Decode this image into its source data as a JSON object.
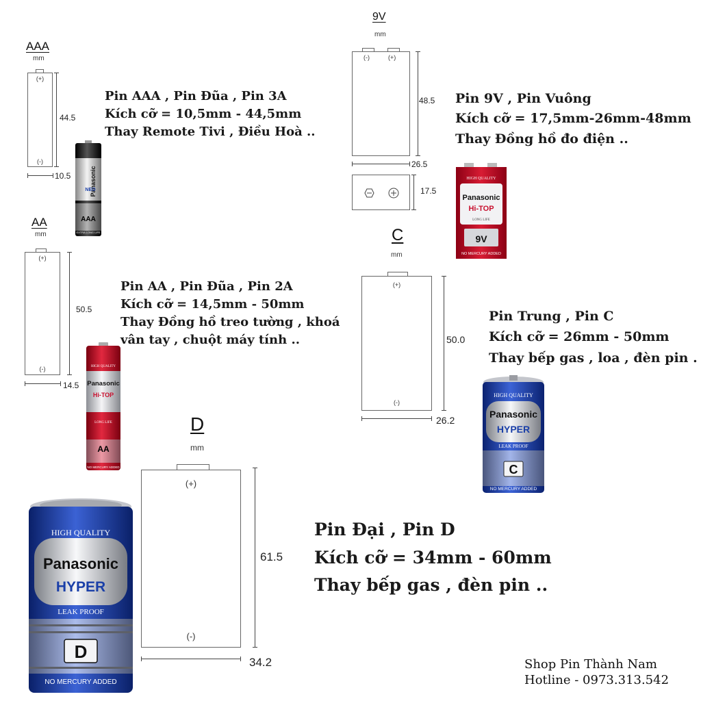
{
  "unit": "mm",
  "colors": {
    "red": "#c8102e",
    "blue": "#1a3fa8",
    "black": "#111111",
    "silver": "#c9ccd2"
  },
  "aaa": {
    "title": "AAA",
    "height": "44.5",
    "width": "10.5",
    "plus": "(+)",
    "minus": "(-)",
    "battery": {
      "brand": "Panasonic",
      "model": "NEO",
      "size": "AAA",
      "small": "EXTRA LONG LIFE"
    },
    "desc": [
      "Pin AAA , Pin Đũa , Pin 3A",
      "Kích cỡ = 10,5mm - 44,5mm",
      "Thay Remote Tivi , Điều Hoà .."
    ]
  },
  "aa": {
    "title": "AA",
    "height": "50.5",
    "width": "14.5",
    "plus": "(+)",
    "minus": "(-)",
    "battery": {
      "brand": "Panasonic",
      "model": "Hi-TOP",
      "size": "AA",
      "top": "HIGH QUALITY",
      "small": "LONG LIFE",
      "bottom": "NO MERCURY ADDED"
    },
    "desc": [
      "Pin AA , Pin Đũa , Pin 2A",
      "Kích cỡ = 14,5mm - 50mm",
      "Thay Đồng hồ treo tường , khoá",
      "vân tay , chuột máy tính .."
    ]
  },
  "v9": {
    "title": "9V",
    "height": "48.5",
    "width": "26.5",
    "depth": "17.5",
    "plus": "(+)",
    "minus": "(-)",
    "battery": {
      "brand": "Panasonic",
      "model": "Hi-TOP",
      "size": "9V",
      "top": "HIGH QUALITY",
      "small": "LONG LIFE",
      "bottom": "NO MERCURY ADDED"
    },
    "desc": [
      "Pin 9V , Pin Vuông",
      "Kích cỡ = 17,5mm-26mm-48mm",
      "Thay Đồng hồ đo điện .."
    ]
  },
  "c": {
    "title": "C",
    "height": "50.0",
    "width": "26.2",
    "plus": "(+)",
    "minus": "(-)",
    "battery": {
      "brand": "Panasonic",
      "model": "HYPER",
      "size": "C",
      "top": "HIGH QUALITY",
      "small": "LEAK PROOF",
      "bottom": "NO MERCURY ADDED"
    },
    "desc": [
      "Pin Trung , Pin C",
      "Kích cỡ = 26mm - 50mm",
      "Thay bếp gas , loa , đèn pin ."
    ]
  },
  "d": {
    "title": "D",
    "height": "61.5",
    "width": "34.2",
    "plus": "(+)",
    "minus": "(-)",
    "battery": {
      "brand": "Panasonic",
      "model": "HYPER",
      "size": "D",
      "top": "HIGH QUALITY",
      "small": "LEAK PROOF",
      "bottom": "NO MERCURY ADDED"
    },
    "desc": [
      "Pin Đại , Pin D",
      "Kích cỡ = 34mm - 60mm",
      "Thay bếp gas , đèn pin .."
    ]
  },
  "footer": {
    "shop": "Shop Pin Thành Nam",
    "hotline": "Hotline - 0973.313.542"
  }
}
